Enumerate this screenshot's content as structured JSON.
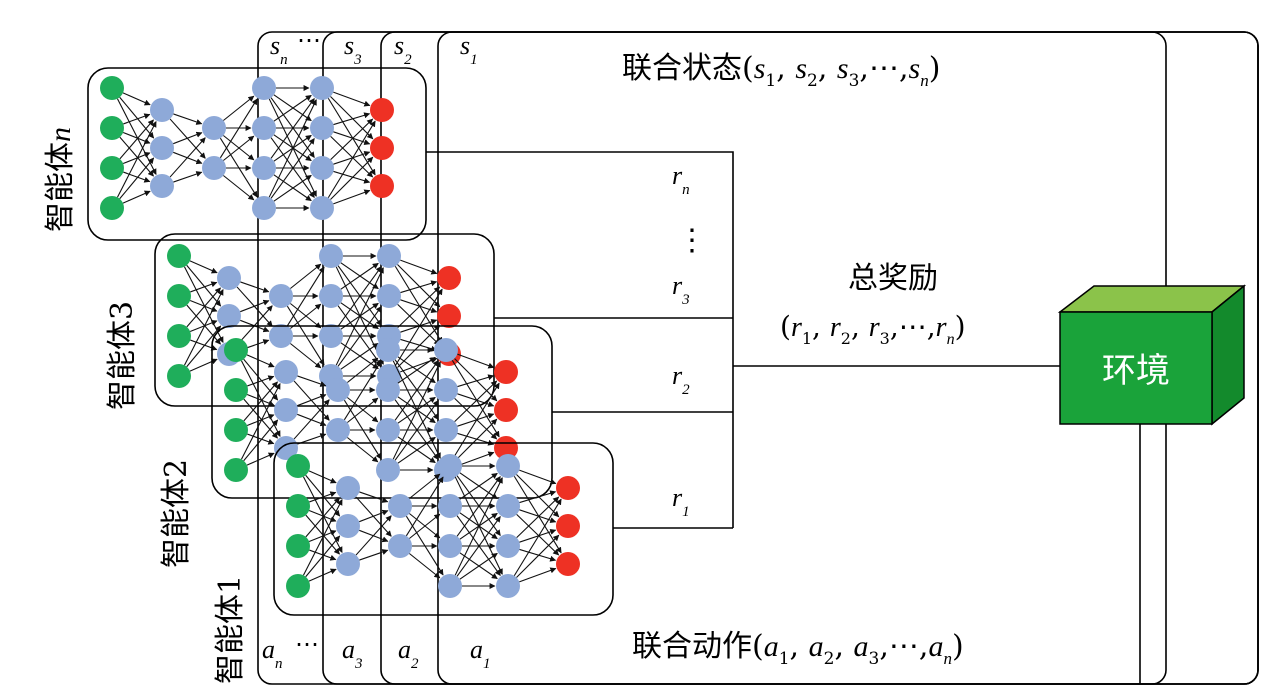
{
  "joint_state": {
    "prefix": "联合状态(",
    "items": [
      [
        "s",
        "1"
      ],
      [
        "s",
        "2"
      ],
      [
        "s",
        "3"
      ],
      [
        "s",
        "n"
      ]
    ],
    "ellipsis": "⋯",
    "suffix": ")"
  },
  "joint_action": {
    "prefix": "联合动作(",
    "items": [
      [
        "a",
        "1"
      ],
      [
        "a",
        "2"
      ],
      [
        "a",
        "3"
      ],
      [
        "a",
        "n"
      ]
    ],
    "ellipsis": "⋯",
    "suffix": ")"
  },
  "total_reward": {
    "title": "总奖励",
    "prefix": "(",
    "items": [
      [
        "r",
        "1"
      ],
      [
        "r",
        "2"
      ],
      [
        "r",
        "3"
      ],
      [
        "r",
        "n"
      ]
    ],
    "ellipsis": "⋯",
    "suffix": ")"
  },
  "environment": {
    "label": "环境",
    "front_color": "#1aa33a",
    "top_color": "#8bc34a",
    "side_color": "#138a2c"
  },
  "state_labels": [
    {
      "var": "s",
      "sub": "1"
    },
    {
      "var": "s",
      "sub": "2"
    },
    {
      "var": "s",
      "sub": "3"
    },
    {
      "var": "s",
      "sub": "n"
    }
  ],
  "state_ellipsis": "⋯",
  "action_labels": [
    {
      "var": "a",
      "sub": "1"
    },
    {
      "var": "a",
      "sub": "2"
    },
    {
      "var": "a",
      "sub": "3"
    },
    {
      "var": "a",
      "sub": "n"
    }
  ],
  "action_ellipsis": "⋯",
  "reward_labels": [
    {
      "var": "r",
      "sub": "1"
    },
    {
      "var": "r",
      "sub": "2"
    },
    {
      "var": "r",
      "sub": "3"
    },
    {
      "var": "r",
      "sub": "n"
    }
  ],
  "reward_vdots": "⋮",
  "agents": [
    {
      "name_prefix": "智能体",
      "name_suffix": "1"
    },
    {
      "name_prefix": "智能体",
      "name_suffix": "2"
    },
    {
      "name_prefix": "智能体",
      "name_suffix": "3"
    },
    {
      "name_prefix": "智能体",
      "name_suffix": "n"
    }
  ],
  "network": {
    "layer_sizes": [
      4,
      3,
      2,
      4,
      4,
      3
    ],
    "colors": {
      "input": "#1fae5b",
      "hidden": "#8ea9d8",
      "output": "#ee3124"
    }
  }
}
